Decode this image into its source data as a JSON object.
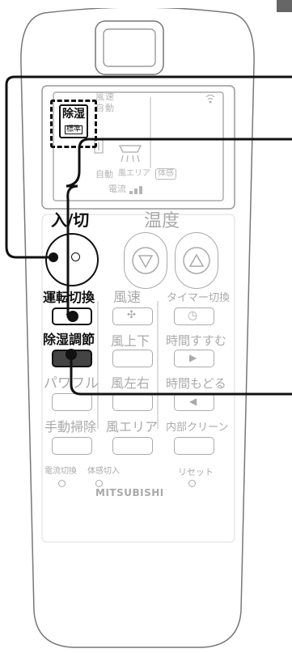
{
  "lcd": {
    "fan_speed_1": "風",
    "fan_speed_2": "速",
    "auto_top": "自",
    "auto_top_2": "動",
    "mode": "除湿",
    "mode_sub": "標準",
    "auto_bottom": "自動",
    "wind_area": "風エリア",
    "body_sense": "体感",
    "current": "電流"
  },
  "buttons": {
    "power": "入/切",
    "temperature": "温度",
    "mode_switch": "運転切換",
    "fan_speed": "風速",
    "timer_switch": "タイマー切換",
    "dehumid_adjust": "除湿調節",
    "vane_updown": "風上下",
    "time_forward": "時間すすむ",
    "powerful": "パワフル",
    "vane_leftright": "風左右",
    "time_back": "時間もどる",
    "manual_clean": "手動掃除",
    "wind_area": "風エリア",
    "internal_clean": "内部クリーン",
    "current_switch": "電流切換",
    "body_sense_on": "体感切入",
    "reset": "リセット",
    "brand": "MITSUBISHI"
  },
  "colors": {
    "active": "#111111",
    "inactive": "#aaaaaa",
    "outline": "#777777"
  }
}
